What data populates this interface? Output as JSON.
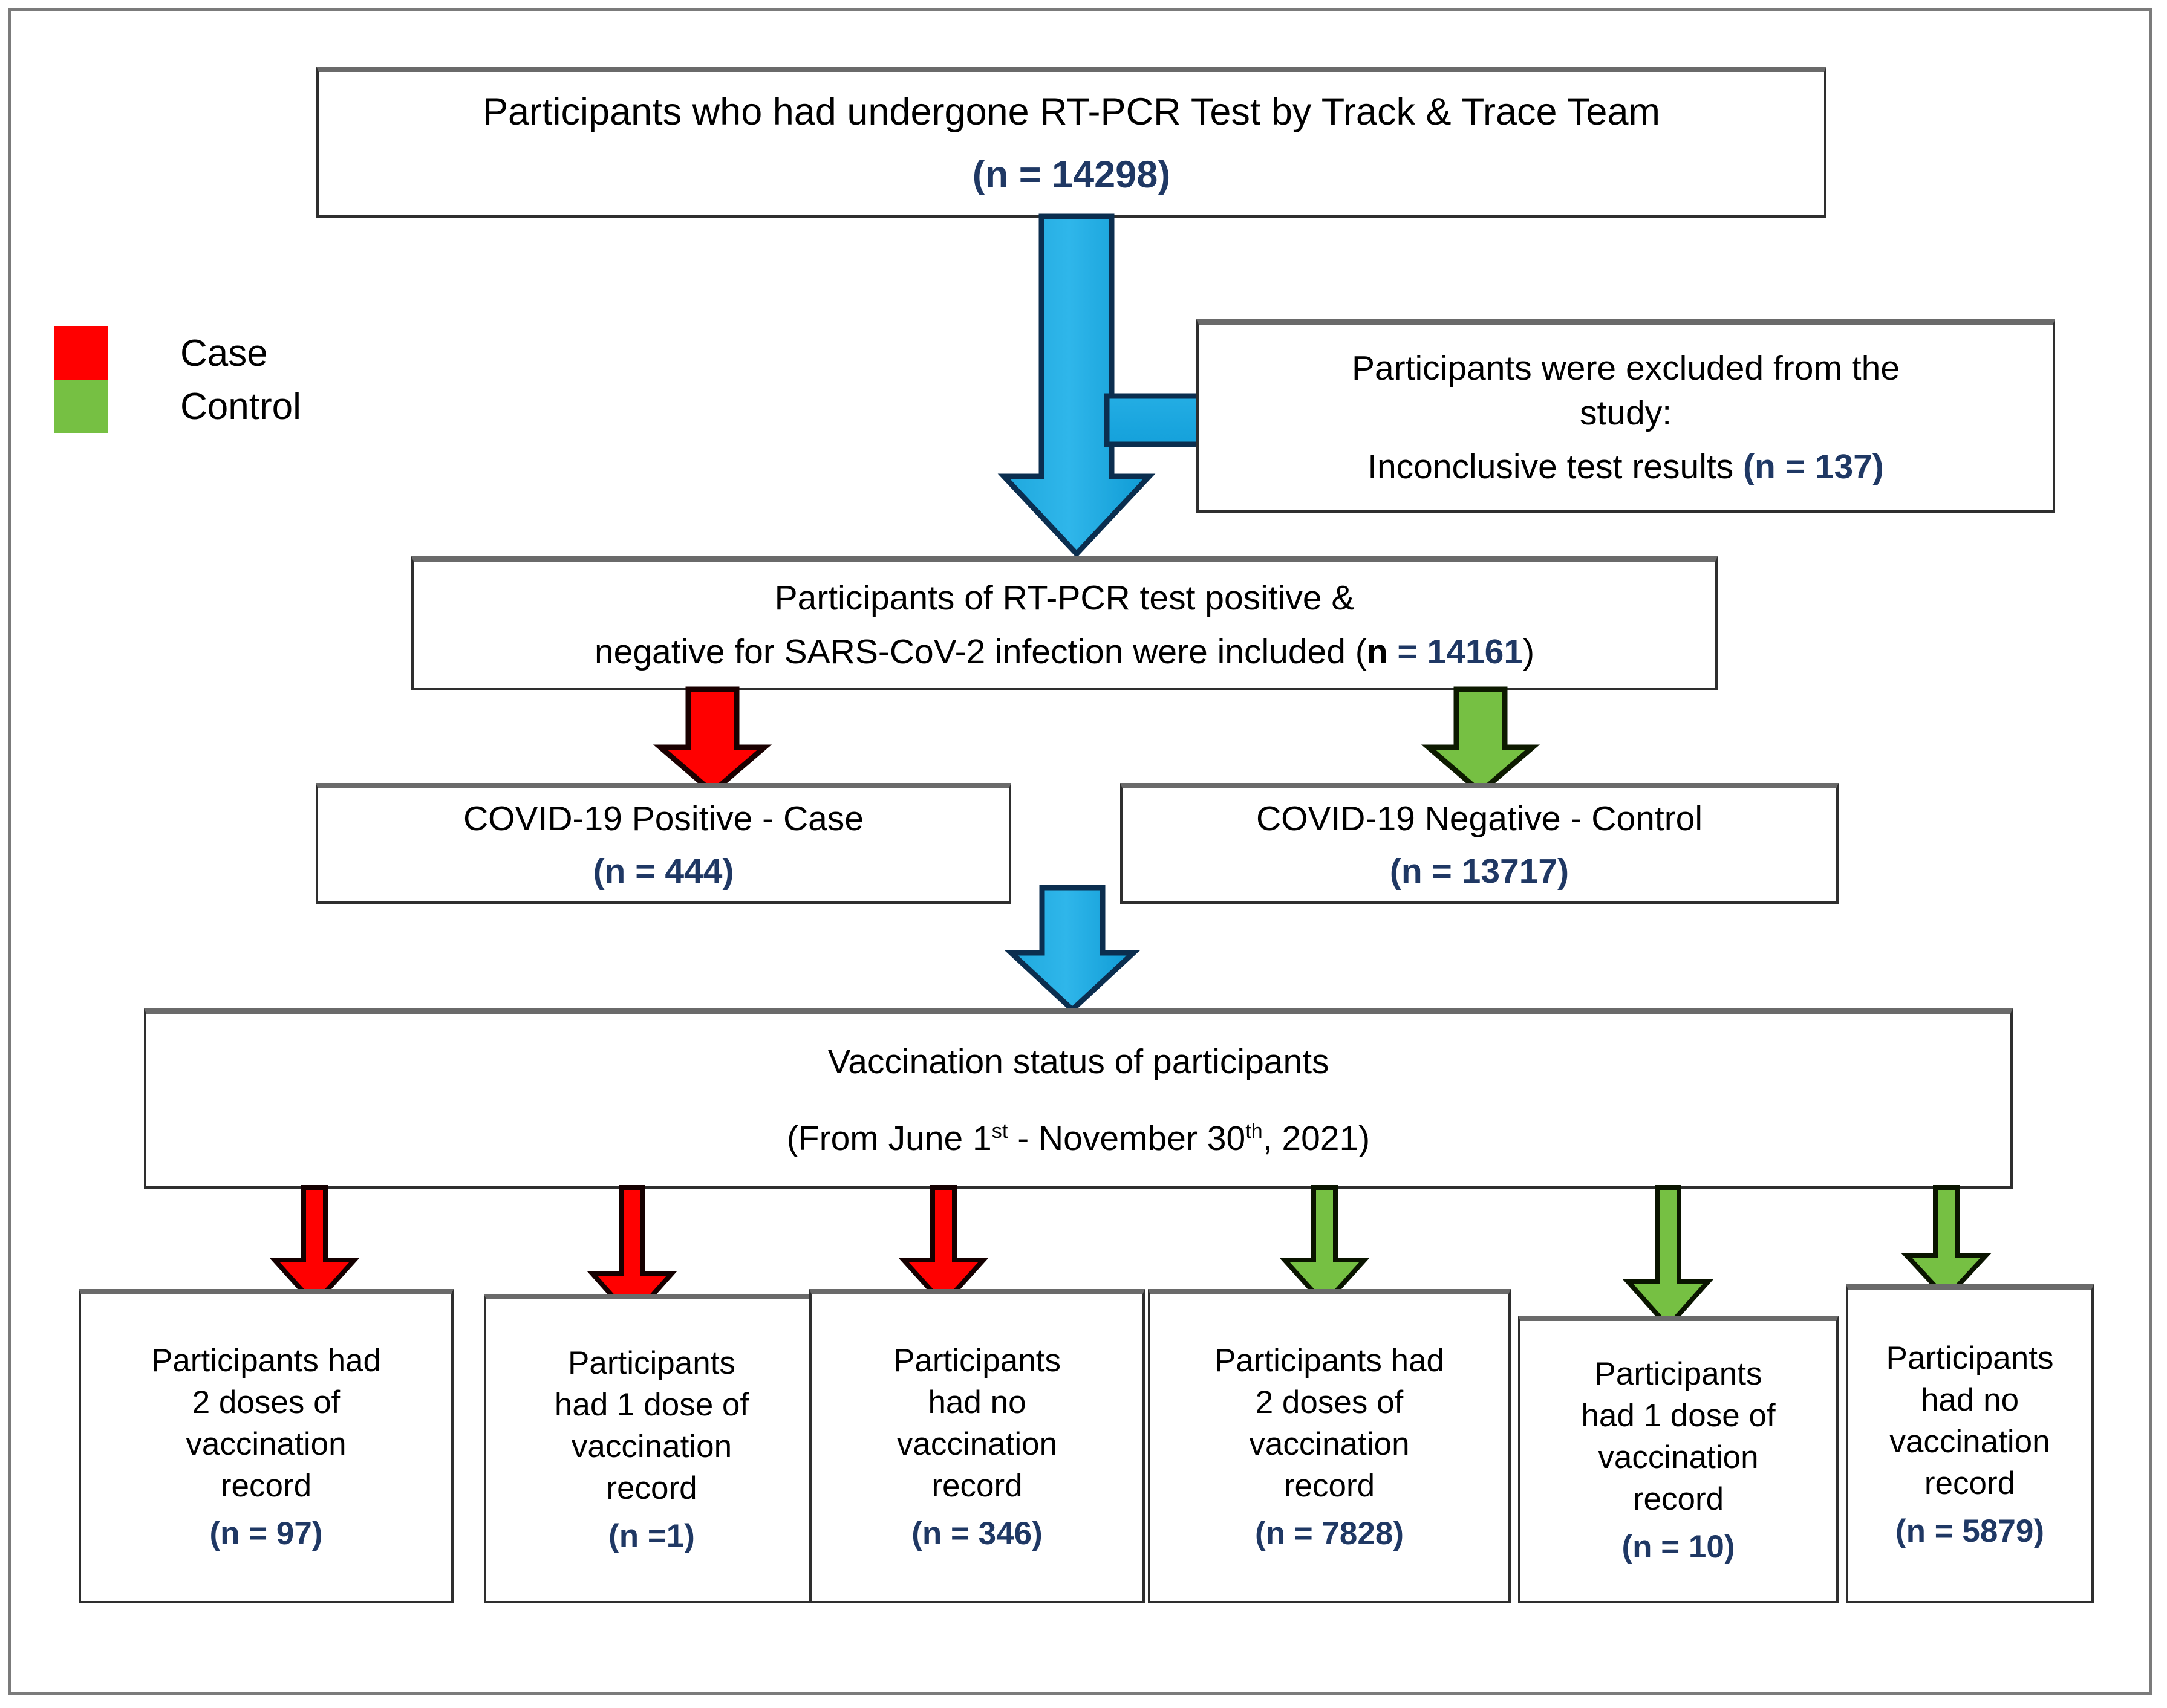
{
  "legend": {
    "items": [
      {
        "label": "Case",
        "color": "#FF0000",
        "swatch_name": "case-color-swatch"
      },
      {
        "label": "Control",
        "color": "#76C043",
        "swatch_name": "control-color-swatch"
      }
    ]
  },
  "colors": {
    "case_red": "#FF0000",
    "control_green": "#76C043",
    "flow_blue": "#29ABE2",
    "number_navy": "#1F3864",
    "box_border": "#2E2E2E",
    "frame_border": "#7B7B7B"
  },
  "nodes": {
    "source": {
      "line1": "Participants who had undergone RT-PCR Test by Track & Trace Team",
      "line2_n": "(n = 14298)"
    },
    "excluded": {
      "line1": "Participants were excluded from the",
      "line2": "study:",
      "line3_text": "Inconclusive test results ",
      "line3_n": "(n = 137)"
    },
    "included": {
      "line1": "Participants of RT-PCR test positive &",
      "line2_text": "negative for SARS-CoV-2 infection were included (",
      "line2_n_label": "n",
      "line2_n_value": " = 14161",
      "line2_close": ")"
    },
    "case": {
      "line1": "COVID-19 Positive - Case",
      "line2_n": "(n = 444)"
    },
    "control": {
      "line1": "COVID-19 Negative - Control",
      "line2_n": "(n = 13717)"
    },
    "vaccination": {
      "line1": "Vaccination status of participants",
      "line2_pre": "(From June 1",
      "line2_sup1": "st",
      "line2_mid": " - November 30",
      "line2_sup2": "th",
      "line2_post": ", 2021)"
    }
  },
  "outcomes": [
    {
      "group": "case",
      "l1": "Participants had",
      "l2": "2 doses of",
      "l3": "vaccination",
      "l4": "record",
      "n": "(n = 97)"
    },
    {
      "group": "case",
      "l1": "Participants",
      "l2": "had 1 dose of",
      "l3": "vaccination",
      "l4": "record",
      "n": "(n =1)"
    },
    {
      "group": "case",
      "l1": "Participants",
      "l2": "had no",
      "l3": "vaccination",
      "l4": "record",
      "n": "(n = 346)"
    },
    {
      "group": "control",
      "l1": "Participants had",
      "l2": "2 doses of",
      "l3": "vaccination",
      "l4": "record",
      "n": "(n = 7828)"
    },
    {
      "group": "control",
      "l1": "Participants",
      "l2": "had 1 dose of",
      "l3": "vaccination",
      "l4": "record",
      "n": "(n = 10)"
    },
    {
      "group": "control",
      "l1": "Participants",
      "l2": "had no",
      "l3": "vaccination",
      "l4": "record",
      "n": "(n = 5879)"
    }
  ],
  "arrows": {
    "source_to_included": "blue-down-arrow",
    "source_to_excluded": "blue-right-arrow",
    "included_to_case": "red-down-arrow",
    "included_to_control": "green-down-arrow",
    "to_vaccination": "blue-down-arrow",
    "vaccination_to_outcomes": [
      "red-down-arrow",
      "red-down-arrow",
      "red-down-arrow",
      "green-down-arrow",
      "green-down-arrow",
      "green-down-arrow"
    ]
  }
}
